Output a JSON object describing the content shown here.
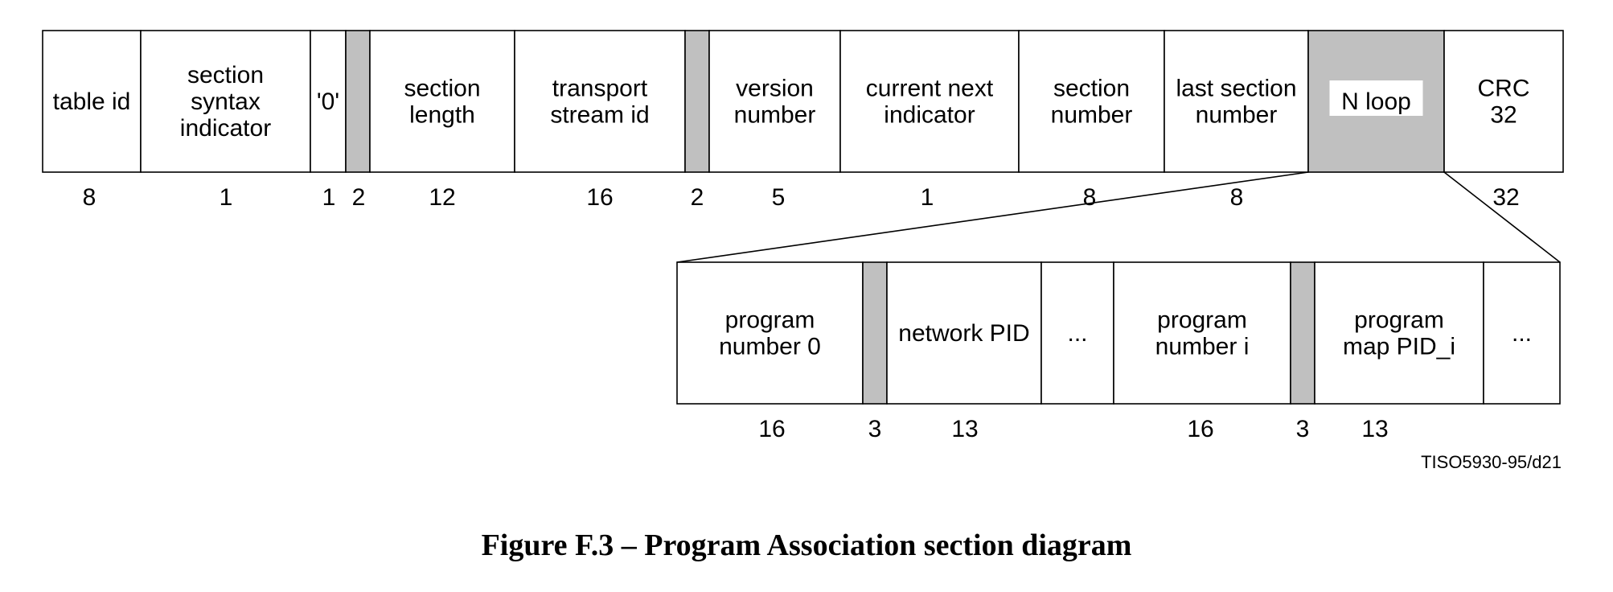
{
  "colors": {
    "outline": "#000000",
    "reserved_fill": "#c0c0c0",
    "loop_fill": "#c0c0c0",
    "label_highlight": "#ffffff"
  },
  "top_row": {
    "fields": [
      {
        "id": "table_id",
        "lines": [
          "table id"
        ],
        "bits": "8"
      },
      {
        "id": "section_syntax_indicator",
        "lines": [
          "section",
          "syntax",
          "indicator"
        ],
        "bits": "1"
      },
      {
        "id": "zero_bit",
        "lines": [
          "'0'"
        ],
        "bits": "1"
      },
      {
        "id": "reserved_1",
        "lines": [],
        "bits": "2",
        "reserved": true
      },
      {
        "id": "section_length",
        "lines": [
          "section",
          "length"
        ],
        "bits": "12"
      },
      {
        "id": "transport_stream_id",
        "lines": [
          "transport",
          "stream id"
        ],
        "bits": "16"
      },
      {
        "id": "reserved_2",
        "lines": [],
        "bits": "2",
        "reserved": true
      },
      {
        "id": "version_number",
        "lines": [
          "version",
          "number"
        ],
        "bits": "5"
      },
      {
        "id": "current_next_indicator",
        "lines": [
          "current next",
          "indicator"
        ],
        "bits": "1"
      },
      {
        "id": "section_number",
        "lines": [
          "section",
          "number"
        ],
        "bits": "8"
      },
      {
        "id": "last_section_number",
        "lines": [
          "last section",
          "number"
        ],
        "bits": "8"
      },
      {
        "id": "n_loop",
        "lines": [
          "N loop"
        ],
        "bits": "",
        "loop": true
      },
      {
        "id": "crc_32",
        "lines": [
          "CRC",
          "32"
        ],
        "bits": "32"
      }
    ]
  },
  "loop_row": {
    "fields": [
      {
        "id": "program_number_0",
        "lines": [
          "program",
          "number 0"
        ],
        "bits": "16"
      },
      {
        "id": "reserved_3",
        "lines": [],
        "bits": "3",
        "reserved": true
      },
      {
        "id": "network_pid",
        "lines": [
          "network PID"
        ],
        "bits": "13"
      },
      {
        "id": "ellipsis_1",
        "lines": [
          "..."
        ],
        "bits": ""
      },
      {
        "id": "program_number_i",
        "lines": [
          "program",
          "number i"
        ],
        "bits": "16"
      },
      {
        "id": "reserved_4",
        "lines": [],
        "bits": "3",
        "reserved": true
      },
      {
        "id": "program_map_pid_i",
        "lines": [
          "program",
          "map PID_i"
        ],
        "bits": "13"
      },
      {
        "id": "ellipsis_2",
        "lines": [
          "..."
        ],
        "bits": ""
      }
    ]
  },
  "figure_id": "TISO5930-95/d21",
  "caption": "Figure F.3 – Program Association section diagram"
}
